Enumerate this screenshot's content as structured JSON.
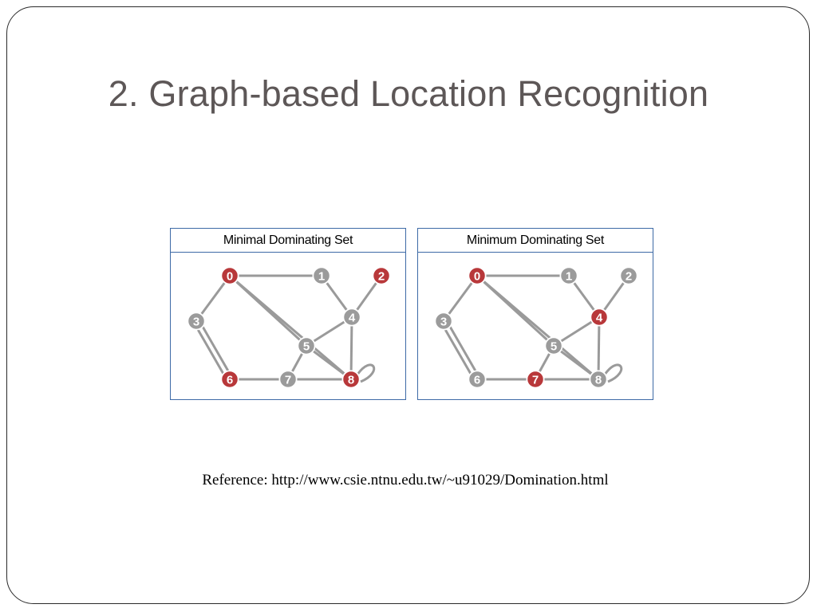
{
  "slide": {
    "title": "2. Graph-based Location Recognition",
    "reference": "Reference: http://www.csie.ntnu.edu.tw/~u91029/Domination.html"
  },
  "colors": {
    "node_gray": "#9b9b9b",
    "node_red": "#b8383a",
    "edge": "#9a9a9a",
    "panel_border": "#3d6aa6",
    "title_text": "#5d5757"
  },
  "graph": {
    "nodes": [
      "0",
      "1",
      "2",
      "3",
      "4",
      "5",
      "6",
      "7",
      "8"
    ],
    "edges": [
      [
        "0",
        "1"
      ],
      [
        "0",
        "3"
      ],
      [
        "0",
        "5"
      ],
      [
        "0",
        "8"
      ],
      [
        "1",
        "4"
      ],
      [
        "2",
        "4"
      ],
      [
        "3",
        "6"
      ],
      [
        "3",
        "6"
      ],
      [
        "4",
        "5"
      ],
      [
        "4",
        "8"
      ],
      [
        "5",
        "7"
      ],
      [
        "5",
        "8"
      ],
      [
        "6",
        "7"
      ],
      [
        "7",
        "8"
      ],
      [
        "8",
        "8"
      ]
    ]
  },
  "panels": [
    {
      "title": "Minimal Dominating Set",
      "highlighted": [
        "0",
        "2",
        "6",
        "8"
      ]
    },
    {
      "title": "Minimum Dominating Set",
      "highlighted": [
        "0",
        "4",
        "7"
      ]
    }
  ]
}
